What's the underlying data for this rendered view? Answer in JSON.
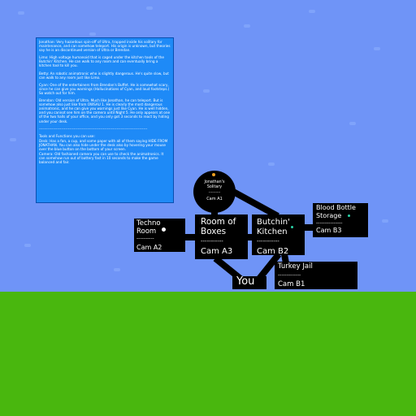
{
  "info_panel": {
    "paragraphs": [
      "Jonathan: Very hazardous spin-off of Ultra, trapped inside his solitary for maintenance, and can somehow teleport. His origin is unknown, but theories say he is an discontinued version of Ultra or Brendan.",
      "Limo: High voltage humanoid that is caged under the kitchen tools of the Butchin' Kitchen. He can walk to any room and can eventually bring a kitchen tool to kill you.",
      "Betty: An robotic animatronic who is slightly dangerous. He's quite slow, but can walk to any room just like Limo.",
      "Cyan: One of the entertainers from Brendan's Buffet. He is somewhat scary, since he can give you warnings (Hallucinations of Cyan, and loud footsteps.) So watch out for him.",
      "Brendan: Old version of Ultra. Much like Jonathan, he can teleport. But is somehow also just like from OWSAU 1. He is clearly the most dangerous animatronic, and he can give you warnings just like Cyan. He is well hidden, and you cannot see him on the camera until Night 5. He only appears at one of the two halls of your office, and you only got 3 seconds to react by hiding under your desk."
    ],
    "divider": "------------------------------------------------------------------------------",
    "tools": [
      "Tools and Functions you can use:",
      "Desk: Has a fan, a cup, and some paper with all of them saying HIDE FROM JONATHAN. You can also hide under the desk also by hovering your mouse over the blue button on the bottom of your screen.",
      "Camera: Old fashioned camera you can use to check the animatronics. It can somehow run out of battery fast in 10 seconds to make the game balanced and fair."
    ]
  },
  "map": {
    "solitary": {
      "name": "Jonathan's\nSolitary",
      "dash": "----------",
      "cam": "Cam A1"
    },
    "techno": {
      "name": "Techno\nRoom",
      "dash": "----------",
      "cam": "Cam A2"
    },
    "boxes": {
      "name": "Room of\nBoxes",
      "dash": "-----------",
      "cam": "Cam A3"
    },
    "kitchen": {
      "name": "Butchin'\nKitchen",
      "dash": "-----------",
      "cam": "Cam B2"
    },
    "blood": {
      "name": "Blood Bottle\nStorage",
      "dash": "---------------",
      "cam": "Cam B3"
    },
    "turkey": {
      "name": "Turkey Jail",
      "dash": "-------------",
      "cam": "Cam B1"
    },
    "you": {
      "name": "You"
    }
  },
  "colors": {
    "sky": "#6f94f7",
    "ground": "#49b70e",
    "panel": "#1e8af7",
    "room": "#000000",
    "indicator_orange": "#f0a020",
    "indicator_teal": "#2ad3a8"
  }
}
